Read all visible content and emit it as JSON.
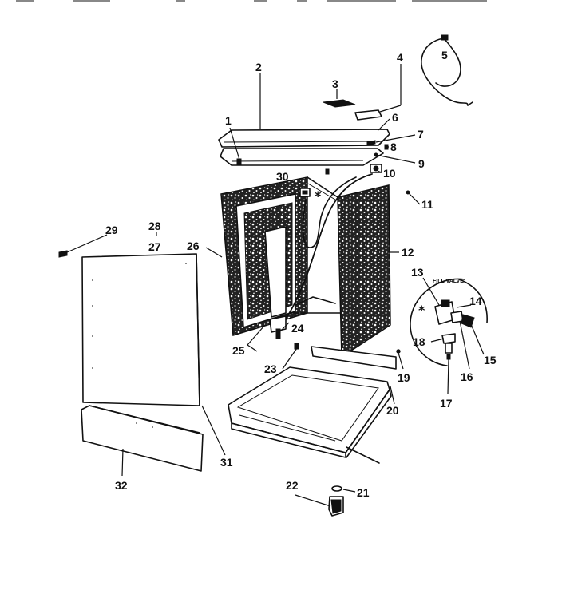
{
  "diagram": {
    "inset_label": "FILL VALVE",
    "asterisk": "*",
    "callouts": [
      {
        "id": "1",
        "text": "1"
      },
      {
        "id": "2",
        "text": "2"
      },
      {
        "id": "3",
        "text": "3"
      },
      {
        "id": "4",
        "text": "4"
      },
      {
        "id": "5",
        "text": "5"
      },
      {
        "id": "6",
        "text": "6"
      },
      {
        "id": "7",
        "text": "7"
      },
      {
        "id": "8",
        "text": "8"
      },
      {
        "id": "9",
        "text": "9"
      },
      {
        "id": "10",
        "text": "10"
      },
      {
        "id": "11",
        "text": "11"
      },
      {
        "id": "12",
        "text": "12"
      },
      {
        "id": "13",
        "text": "13"
      },
      {
        "id": "14",
        "text": "14"
      },
      {
        "id": "15",
        "text": "15"
      },
      {
        "id": "16",
        "text": "16"
      },
      {
        "id": "17",
        "text": "17"
      },
      {
        "id": "18",
        "text": "18"
      },
      {
        "id": "19",
        "text": "19"
      },
      {
        "id": "20",
        "text": "20"
      },
      {
        "id": "21",
        "text": "21"
      },
      {
        "id": "22",
        "text": "22"
      },
      {
        "id": "23",
        "text": "23"
      },
      {
        "id": "24",
        "text": "24"
      },
      {
        "id": "25",
        "text": "25"
      },
      {
        "id": "26",
        "text": "26"
      },
      {
        "id": "27",
        "text": "27"
      },
      {
        "id": "28",
        "text": "28"
      },
      {
        "id": "29",
        "text": "29"
      },
      {
        "id": "30",
        "text": "30"
      },
      {
        "id": "31",
        "text": "31"
      },
      {
        "id": "32",
        "text": "32"
      }
    ]
  }
}
